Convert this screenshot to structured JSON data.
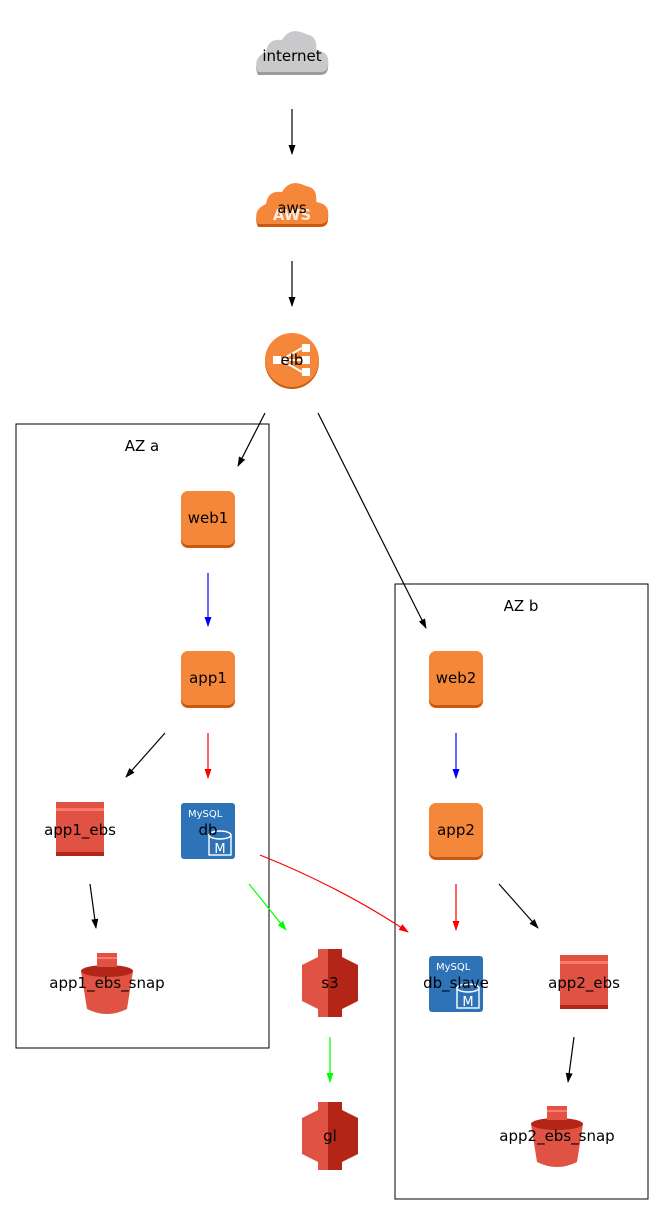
{
  "diagram": {
    "clusters": [
      {
        "id": "az_a",
        "label": "AZ a"
      },
      {
        "id": "az_b",
        "label": "AZ b"
      }
    ],
    "nodes": [
      {
        "id": "internet",
        "label": "internet",
        "icon": "cloud-icon",
        "color": "#c9c9cb"
      },
      {
        "id": "aws",
        "label": "aws",
        "icon": "aws-cloud-icon",
        "color": "#f5873a",
        "icon_text": "AWS"
      },
      {
        "id": "elb",
        "label": "elb",
        "icon": "load-balancer-icon",
        "color": "#f5873a"
      },
      {
        "id": "web1",
        "label": "web1",
        "icon": "ec2-instance-icon",
        "color": "#f5873a"
      },
      {
        "id": "app1",
        "label": "app1",
        "icon": "ec2-instance-icon",
        "color": "#f5873a"
      },
      {
        "id": "app1_ebs",
        "label": "app1_ebs",
        "icon": "ebs-volume-icon",
        "color": "#e05243"
      },
      {
        "id": "db",
        "label": "db",
        "icon": "mysql-db-icon",
        "color": "#2e73b8",
        "icon_text": "MySQL",
        "icon_letter": "M"
      },
      {
        "id": "app1_ebs_snap",
        "label": "app1_ebs_snap",
        "icon": "snapshot-bucket-icon",
        "color": "#e05243"
      },
      {
        "id": "s3",
        "label": "s3",
        "icon": "s3-icon",
        "color": "#e05243"
      },
      {
        "id": "gl",
        "label": "gl",
        "icon": "glacier-icon",
        "color": "#e05243"
      },
      {
        "id": "web2",
        "label": "web2",
        "icon": "ec2-instance-icon",
        "color": "#f5873a"
      },
      {
        "id": "app2",
        "label": "app2",
        "icon": "ec2-instance-icon",
        "color": "#f5873a"
      },
      {
        "id": "db_slave",
        "label": "db_slave",
        "icon": "mysql-db-icon",
        "color": "#2e73b8",
        "icon_text": "MySQL",
        "icon_letter": "M"
      },
      {
        "id": "app2_ebs",
        "label": "app2_ebs",
        "icon": "ebs-volume-icon",
        "color": "#e05243"
      },
      {
        "id": "app2_ebs_snap",
        "label": "app2_ebs_snap",
        "icon": "snapshot-bucket-icon",
        "color": "#e05243"
      }
    ],
    "edges": [
      {
        "from": "internet",
        "to": "aws",
        "color": "#000000"
      },
      {
        "from": "aws",
        "to": "elb",
        "color": "#000000"
      },
      {
        "from": "elb",
        "to": "web1",
        "color": "#000000"
      },
      {
        "from": "elb",
        "to": "web2",
        "color": "#000000"
      },
      {
        "from": "web1",
        "to": "app1",
        "color": "#0000ff"
      },
      {
        "from": "app1",
        "to": "app1_ebs",
        "color": "#000000"
      },
      {
        "from": "app1",
        "to": "db",
        "color": "#ff0000"
      },
      {
        "from": "app1_ebs",
        "to": "app1_ebs_snap",
        "color": "#000000"
      },
      {
        "from": "db",
        "to": "s3",
        "color": "#00ff00"
      },
      {
        "from": "db",
        "to": "db_slave",
        "color": "#ff0000"
      },
      {
        "from": "s3",
        "to": "gl",
        "color": "#00ff00"
      },
      {
        "from": "web2",
        "to": "app2",
        "color": "#0000ff"
      },
      {
        "from": "app2",
        "to": "db_slave",
        "color": "#ff0000"
      },
      {
        "from": "app2",
        "to": "app2_ebs",
        "color": "#000000"
      },
      {
        "from": "app2_ebs",
        "to": "app2_ebs_snap",
        "color": "#000000"
      }
    ]
  }
}
